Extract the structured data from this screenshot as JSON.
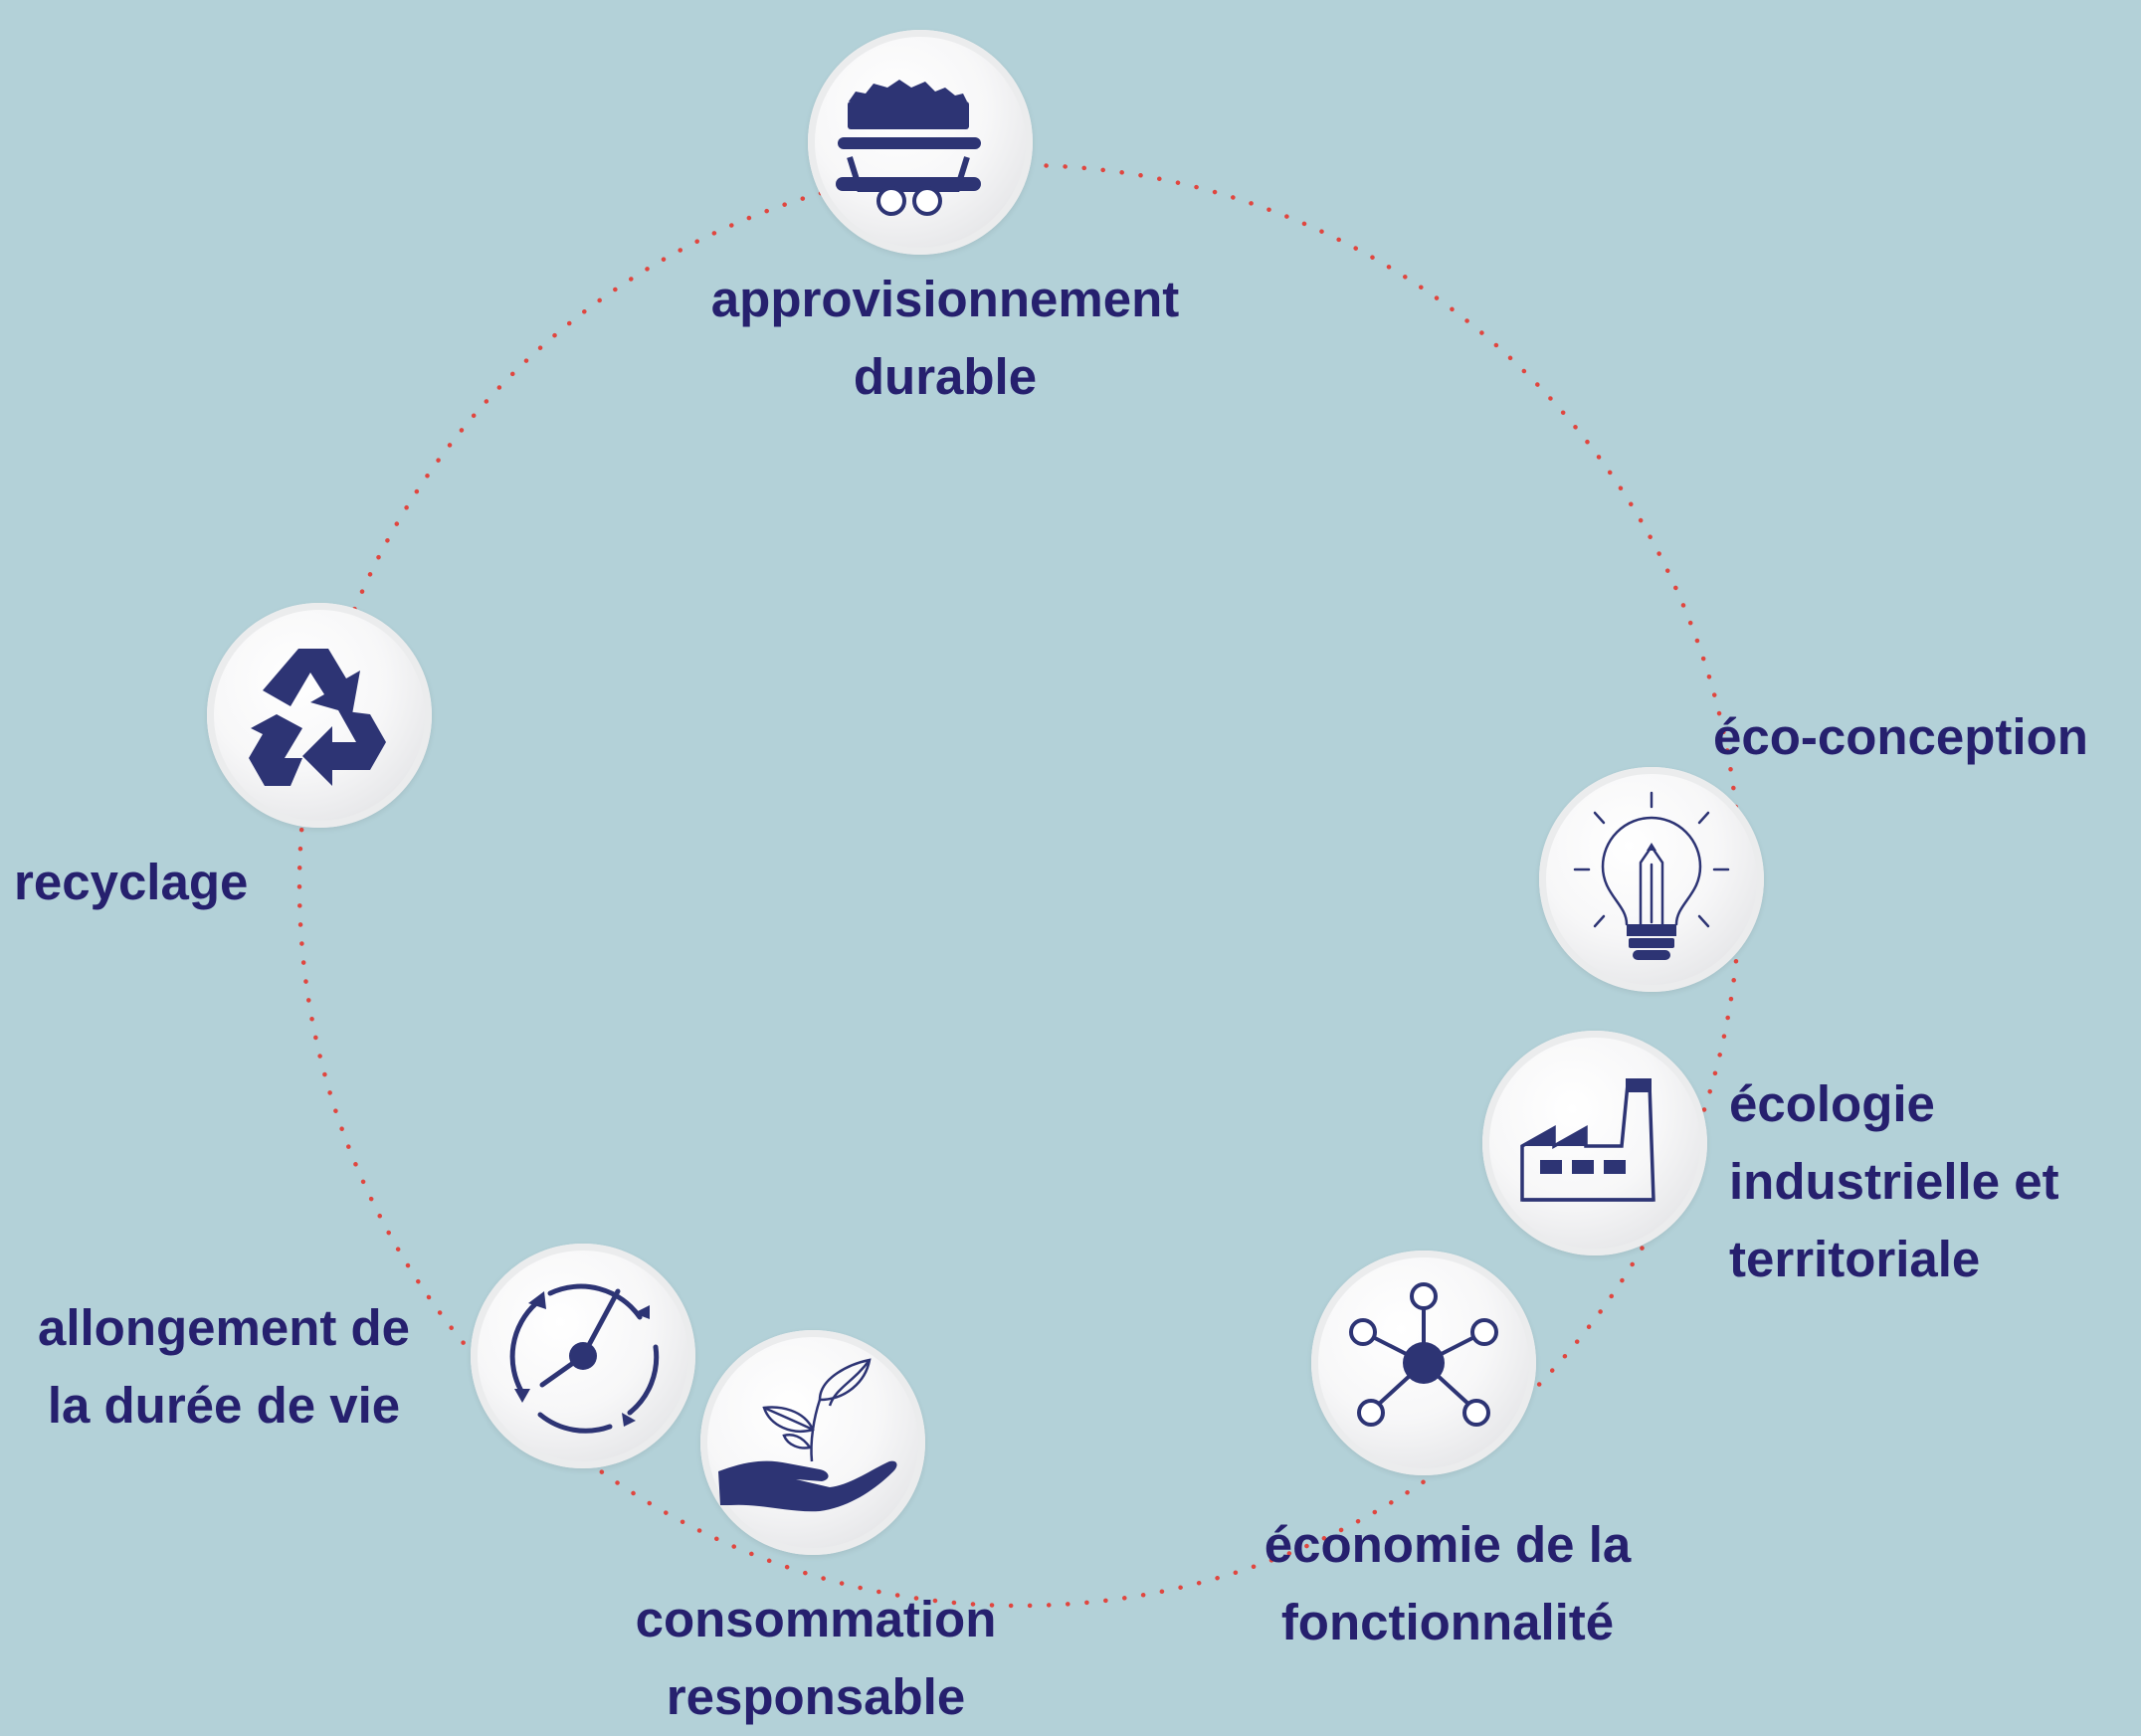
{
  "colors": {
    "background": "#b3d1d8",
    "text": "#26206e",
    "icon": "#2d3474",
    "dotted_ring": "#e0463f"
  },
  "steps": [
    {
      "icon": "mine-cart-icon",
      "label_lines": [
        "approvisionnement",
        "durable"
      ]
    },
    {
      "icon": "lightbulb-pencil-icon",
      "label_lines": [
        "éco-conception"
      ]
    },
    {
      "icon": "factory-icon",
      "label_lines": [
        "écologie",
        "industrielle et",
        "territoriale"
      ]
    },
    {
      "icon": "network-icon",
      "label_lines": [
        "économie de la",
        "fonctionnalité"
      ]
    },
    {
      "icon": "hand-plant-icon",
      "label_lines": [
        "consommation",
        "responsable"
      ]
    },
    {
      "icon": "clock-cycle-icon",
      "label_lines": [
        "allongement de",
        "la durée de vie"
      ]
    },
    {
      "icon": "recycle-icon",
      "label_lines": [
        "recyclage"
      ]
    }
  ]
}
